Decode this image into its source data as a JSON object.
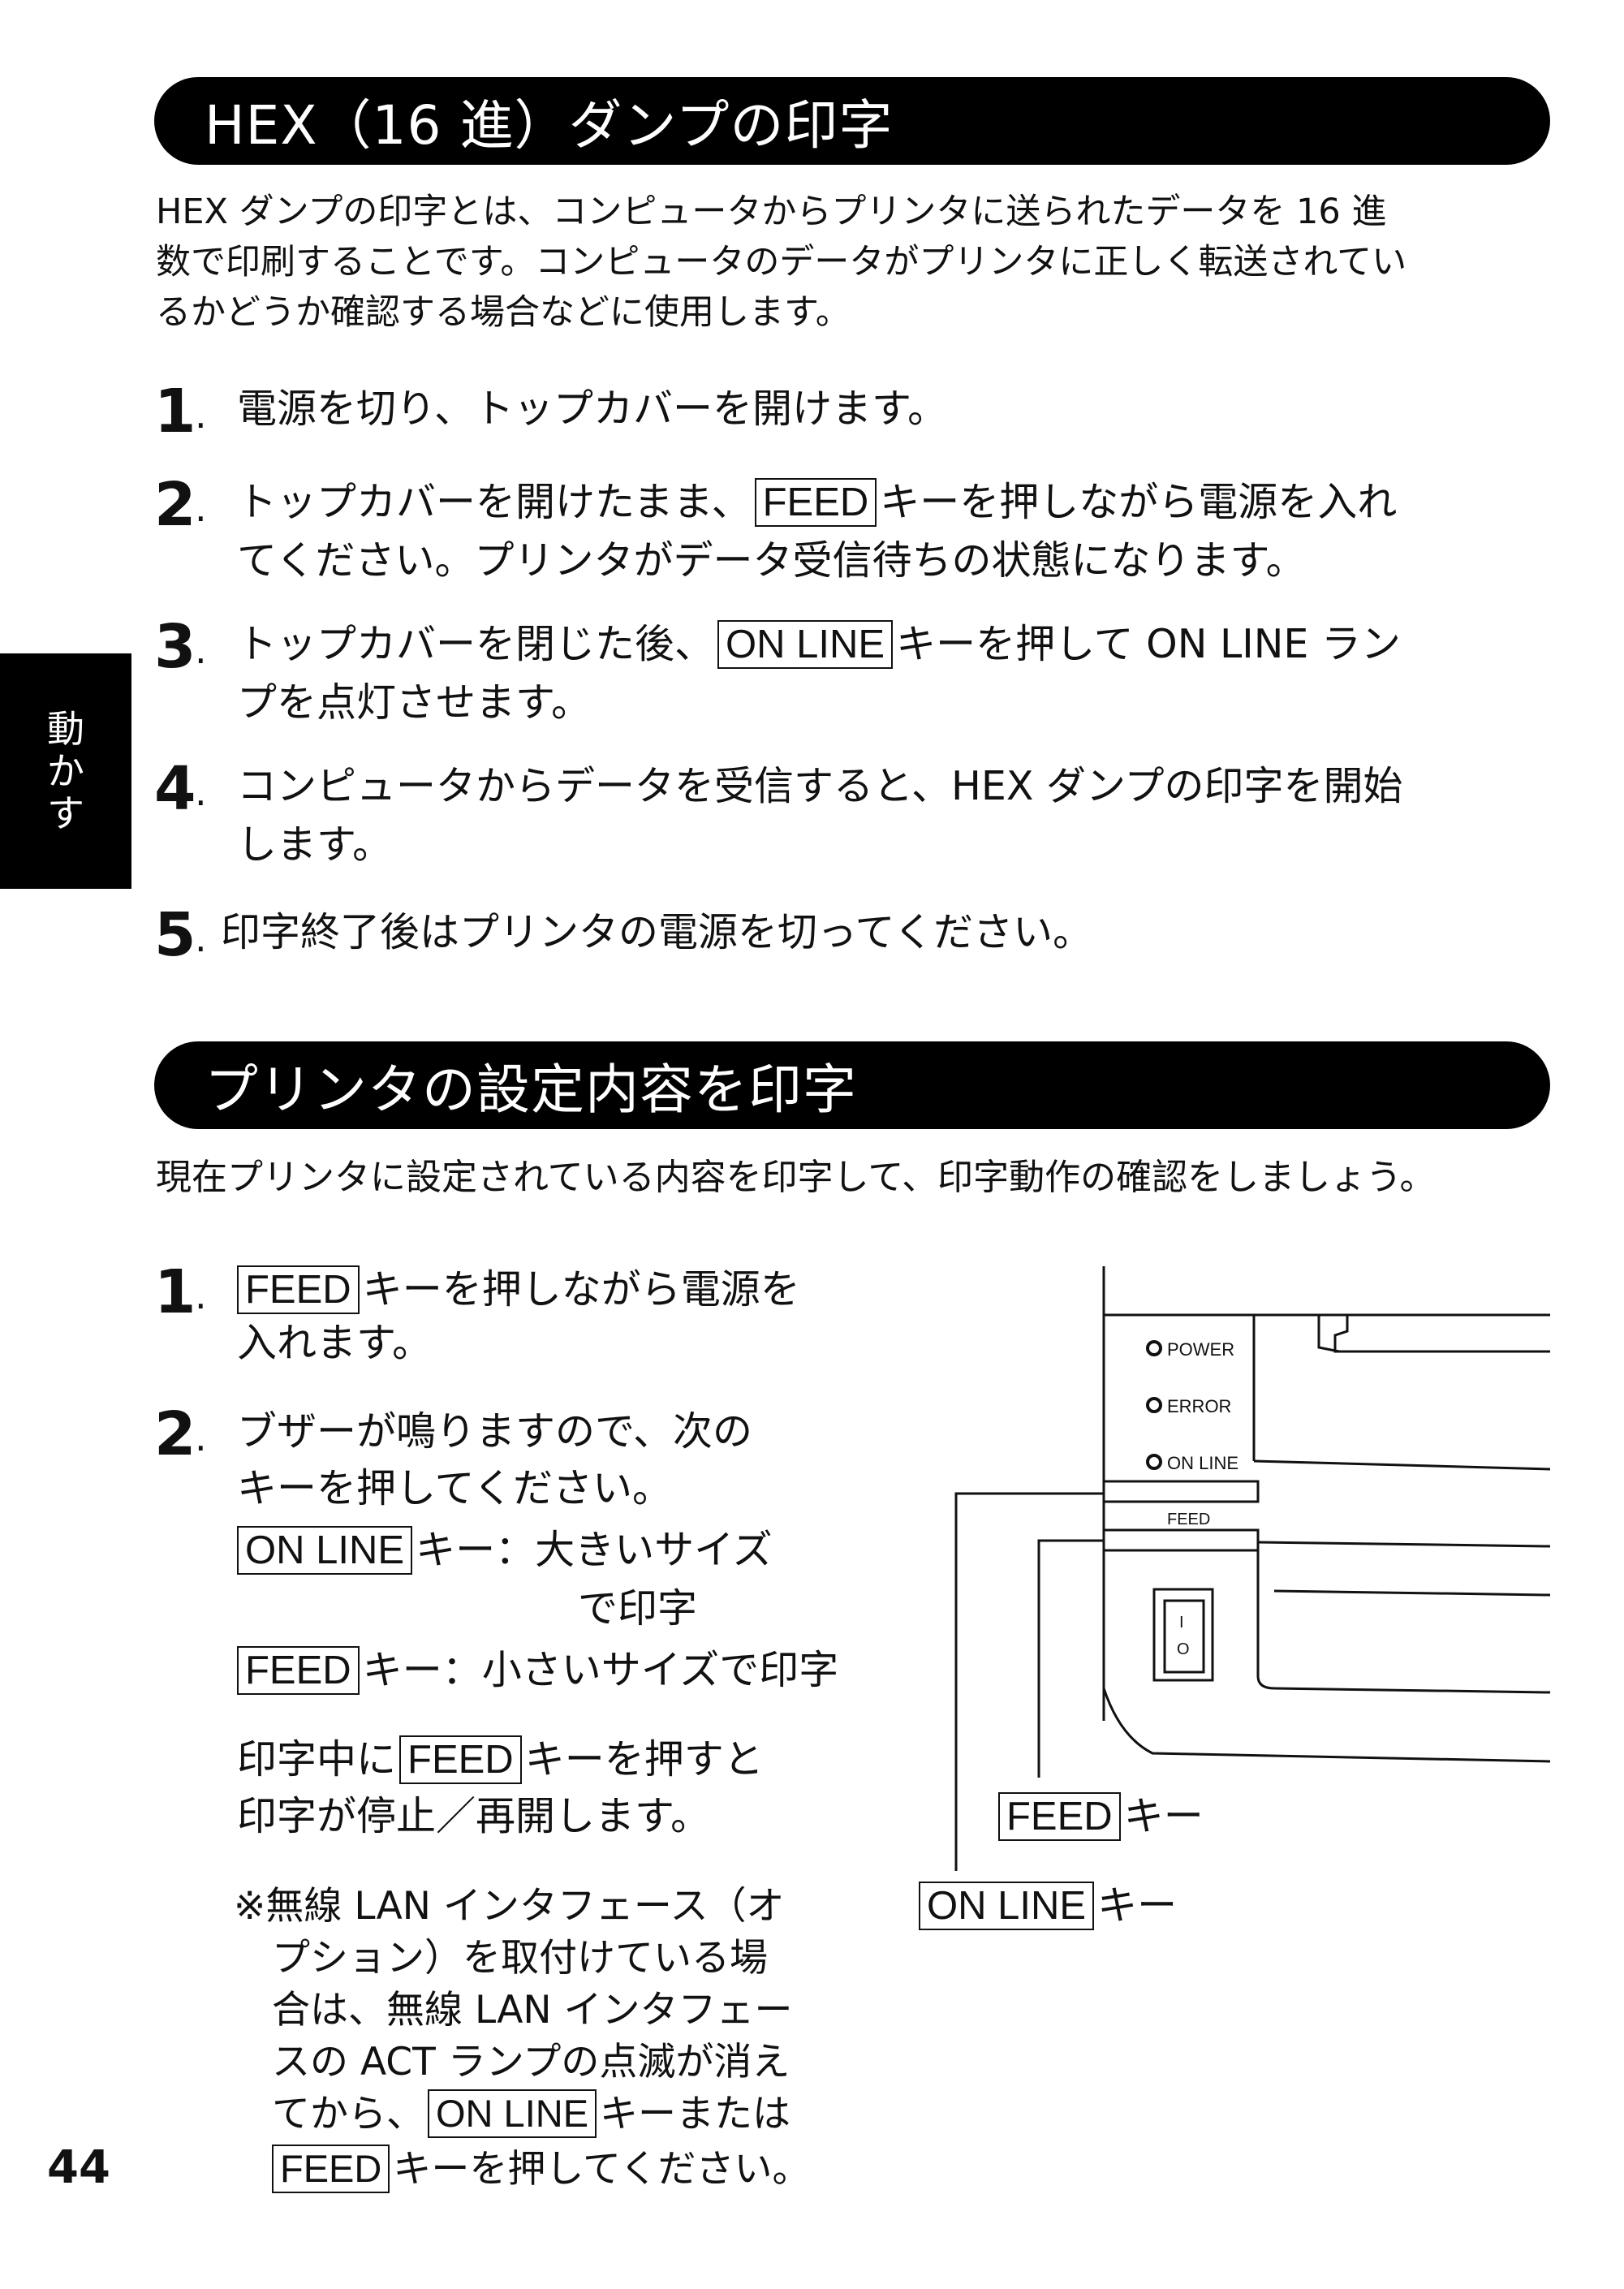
{
  "section1": {
    "heading": "HEX（16 進）ダンプの印字",
    "intro": [
      "HEX ダンプの印字とは、コンピュータからプリンタに送られたデータを 16 進",
      "数で印刷することです。コンピュータのデータがプリンタに正しく転送されてい",
      "るかどうか確認する場合などに使用します。"
    ],
    "steps": [
      {
        "num": "1",
        "lines": [
          {
            "pre": "電源を切り、トップカバーを開けます。"
          }
        ]
      },
      {
        "num": "2",
        "lines": [
          {
            "pre": "トップカバーを開けたまま、",
            "key": "FEED",
            "post": "キーを押しながら電源を入れ"
          },
          {
            "pre": "てください。プリンタがデータ受信待ちの状態になります。"
          }
        ]
      },
      {
        "num": "3",
        "lines": [
          {
            "pre": "トップカバーを閉じた後、",
            "key": "ON LINE",
            "post": "キーを押して ON LINE ラン"
          },
          {
            "pre": "プを点灯させます。"
          }
        ]
      },
      {
        "num": "4",
        "lines": [
          {
            "pre": "コンピュータからデータを受信すると、HEX ダンプの印字を開始"
          },
          {
            "pre": "します。"
          }
        ]
      },
      {
        "num": "5",
        "lines": [
          {
            "pre": "印字終了後はプリンタの電源を切ってください。"
          }
        ]
      }
    ]
  },
  "side_tab": {
    "line1": "動",
    "line2": "か",
    "line3": "す"
  },
  "section2": {
    "heading": "プリンタの設定内容を印字",
    "intro": "現在プリンタに設定されている内容を印字して、印字動作の確認をしましょう。",
    "step1": {
      "num": "1",
      "key": "FEED",
      "post": "キーを押しながら電源を",
      "line2": "入れます。"
    },
    "step2": {
      "num": "2",
      "line1": "ブザーが鳴りますので、次の",
      "line2": "キーを押してください。",
      "opt1_key": "ON LINE",
      "opt1_text": "キー：大きいサイズ",
      "opt1_cont": "で印字",
      "opt2_key": "FEED",
      "opt2_text": "キー：小さいサイズで印字",
      "pause_pre": "印字中に",
      "pause_key": "FEED",
      "pause_post": "キーを押すと",
      "pause_line2": "印字が停止／再開します。"
    },
    "note": {
      "line1": "※無線 LAN インタフェース（オ",
      "line2": "プション）を取付けている場",
      "line3": "合は、無線 LAN インタフェー",
      "line4": "スの ACT ランプの点滅が消え",
      "line5_pre": "てから、",
      "line5_key": "ON LINE",
      "line5_post": "キーまたは",
      "line6_key": "FEED",
      "line6_post": "キーを押してください。"
    }
  },
  "figure": {
    "led_power": "POWER",
    "led_error": "ERROR",
    "led_online": "ON LINE",
    "feed_label": "FEED",
    "switch_on": "I",
    "switch_off": "O",
    "callout_feed_key": "FEED",
    "callout_feed_text": "キー",
    "callout_online_key": "ON LINE",
    "callout_online_text": "キー"
  },
  "page_number": "44"
}
